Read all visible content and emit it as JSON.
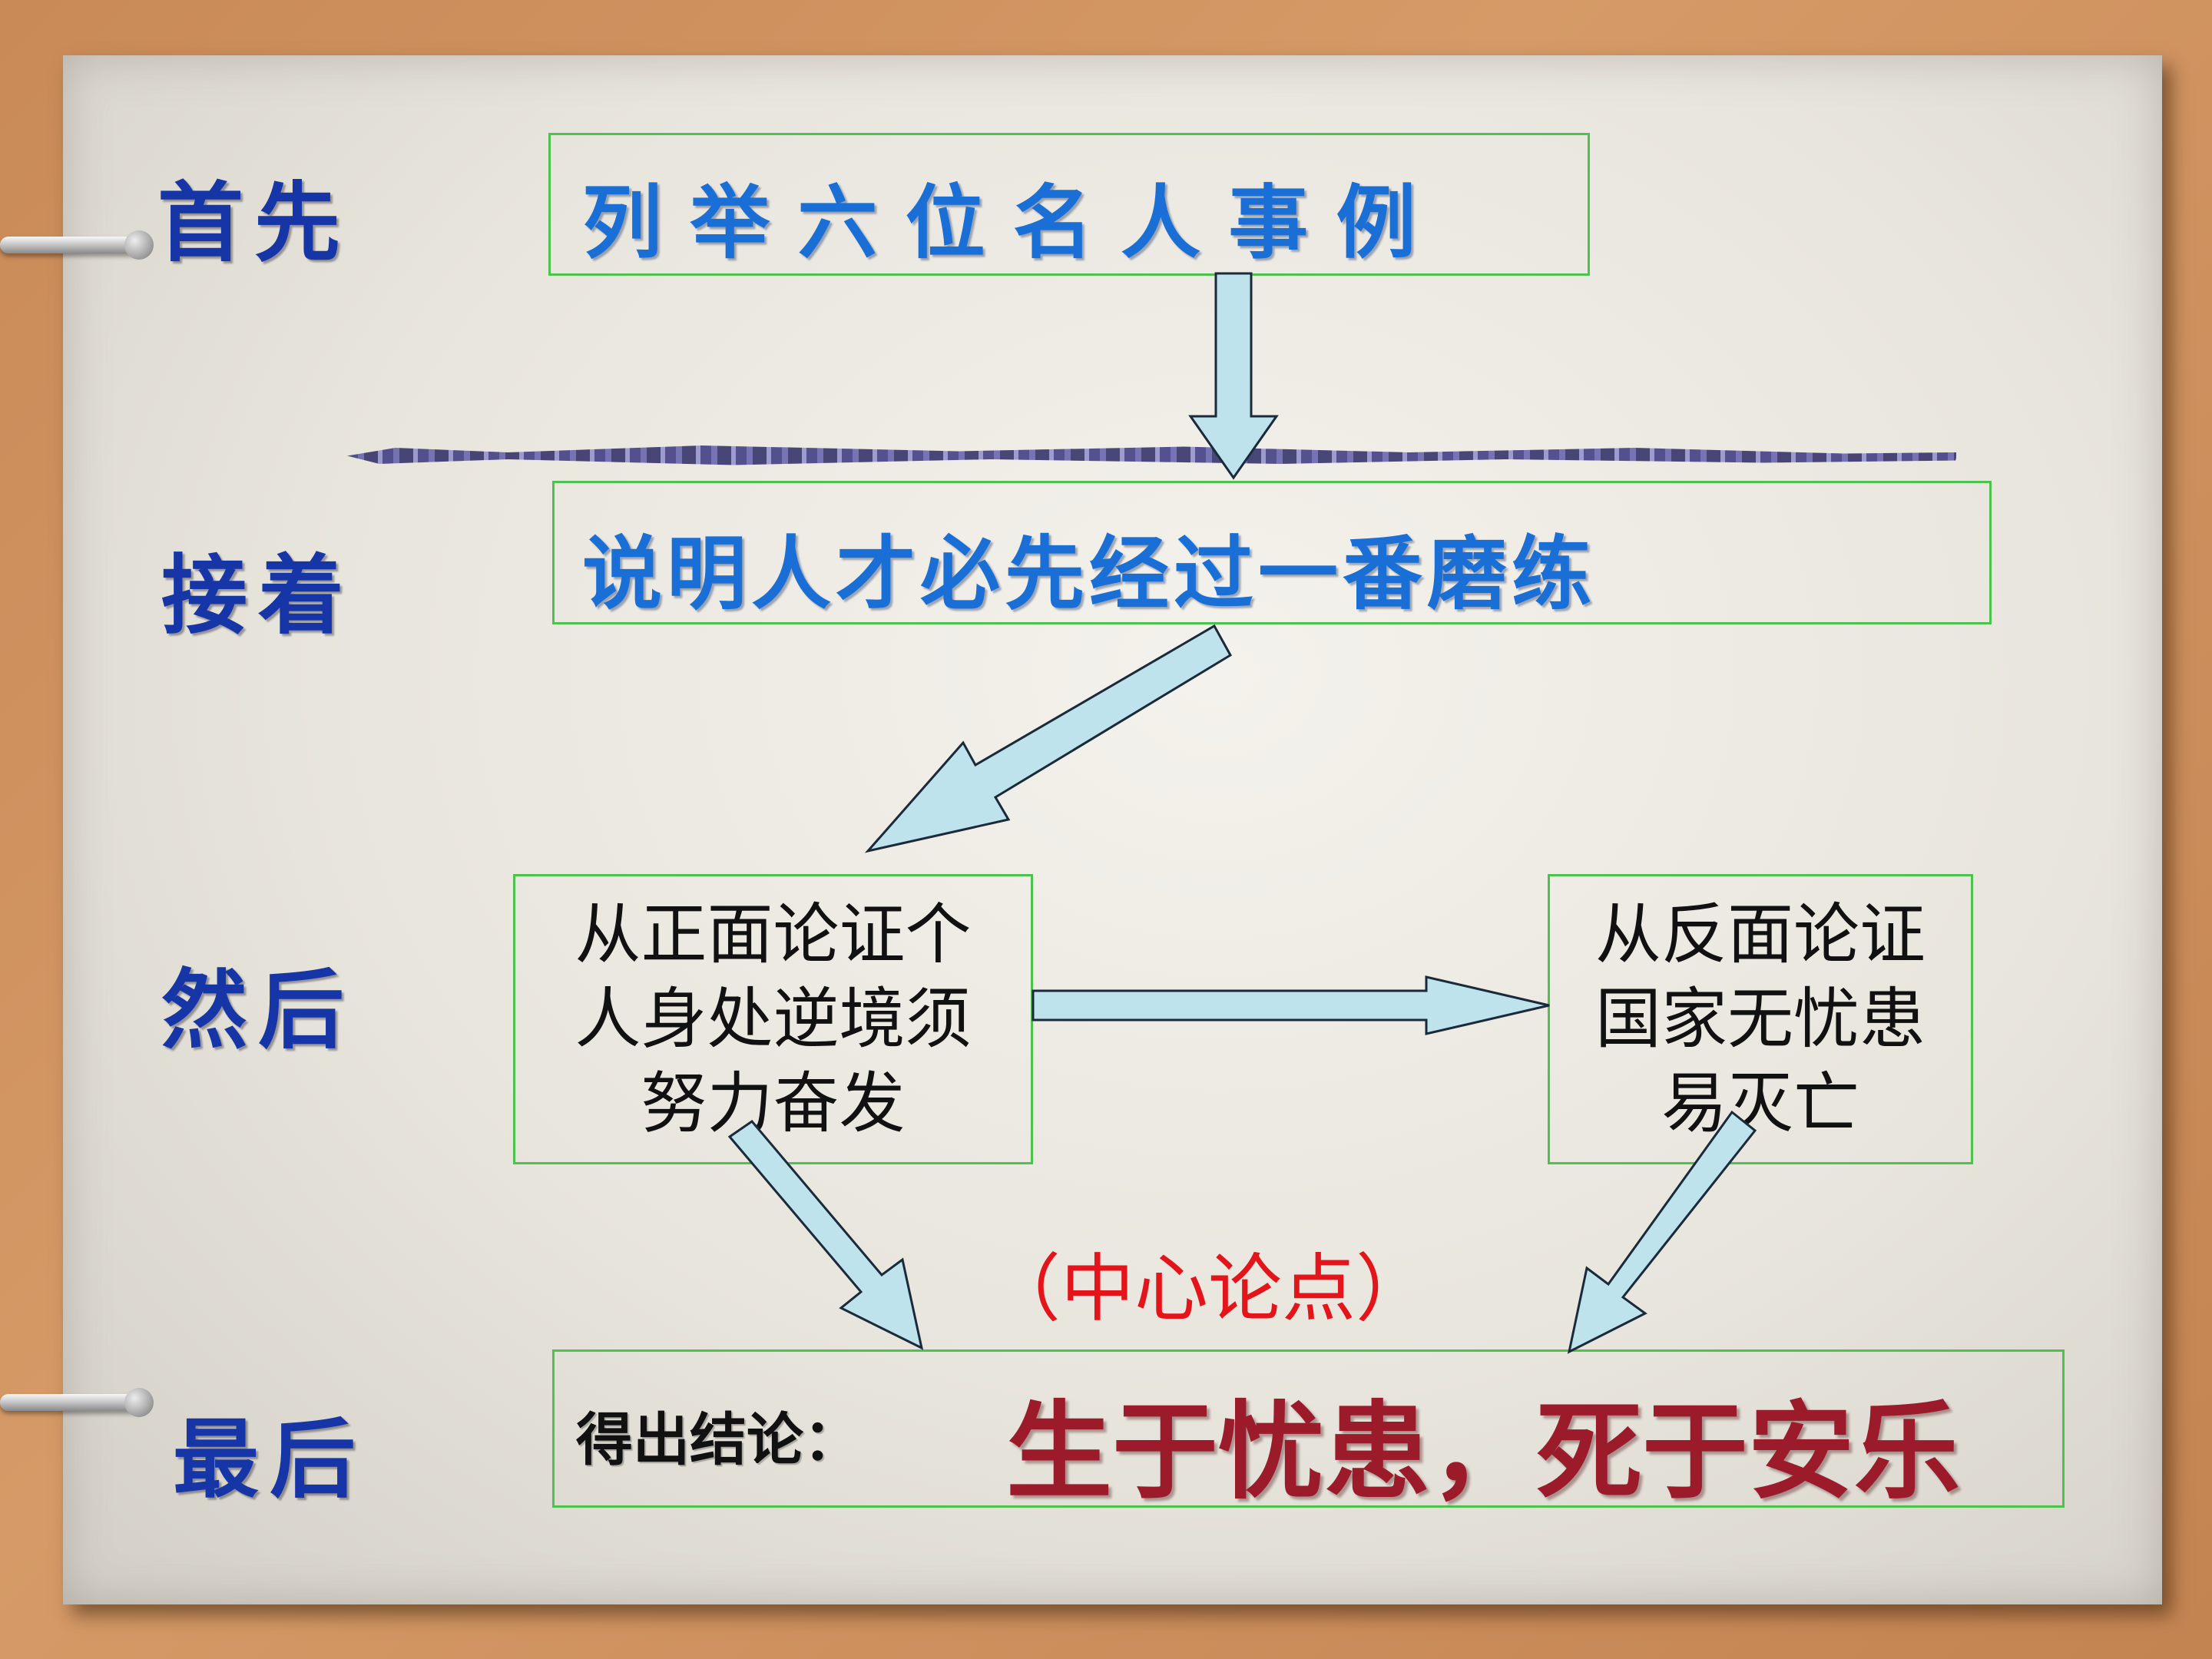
{
  "labels": {
    "first": "首先",
    "next": "接着",
    "then": "然后",
    "last": "最后"
  },
  "nodes": {
    "examples": "列 举 六 位 名 人 事 例",
    "explain": "说明人才必先经过一番磨练",
    "positive": [
      "从正面论证个",
      "人身处逆境须",
      "努力奋发"
    ],
    "negative": [
      "从反面论证",
      "国家无忧患",
      "易灭亡"
    ],
    "central_point": "（中心论点）",
    "conclusion_prefix": "得出结论：",
    "conclusion": "生于忧患，死于安乐"
  },
  "colors": {
    "label": "#1636a8",
    "node_text": "#1a6fd6",
    "box_border": "#4ec24e",
    "arrow_fill": "#bfe3ec",
    "central_point": "#e3141a",
    "conclusion": "#9b1b2b"
  }
}
